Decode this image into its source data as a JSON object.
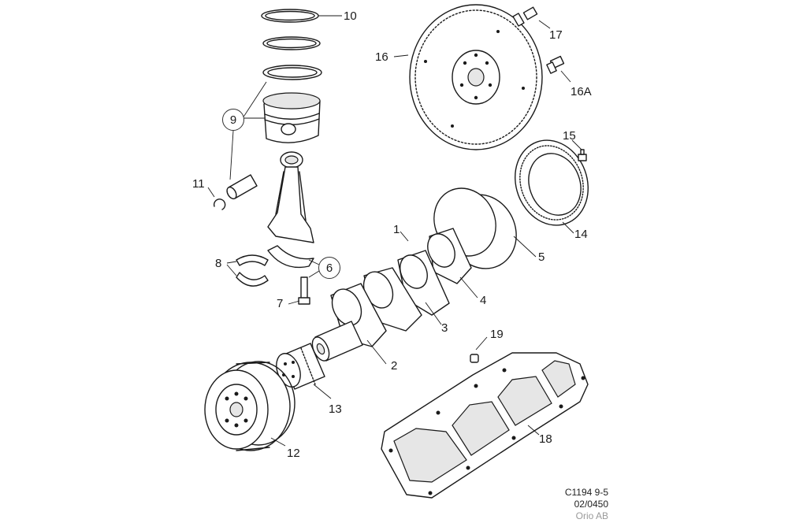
{
  "callouts": {
    "c1": "1",
    "c2": "2",
    "c3": "3",
    "c4": "4",
    "c5": "5",
    "c6": "6",
    "c7": "7",
    "c8": "8",
    "c9": "9",
    "c10": "10",
    "c11": "11",
    "c12": "12",
    "c13": "13",
    "c14": "14",
    "c15": "15",
    "c16": "16",
    "c16a": "16A",
    "c17": "17",
    "c18": "18",
    "c19": "19"
  },
  "credits": {
    "line1": "C1194 9-5",
    "line2": "02/0450",
    "line3": "Orio AB"
  },
  "colors": {
    "line": "#1a1a1a",
    "shade": "#e6e6e6",
    "faint": "#9a9a9a"
  }
}
